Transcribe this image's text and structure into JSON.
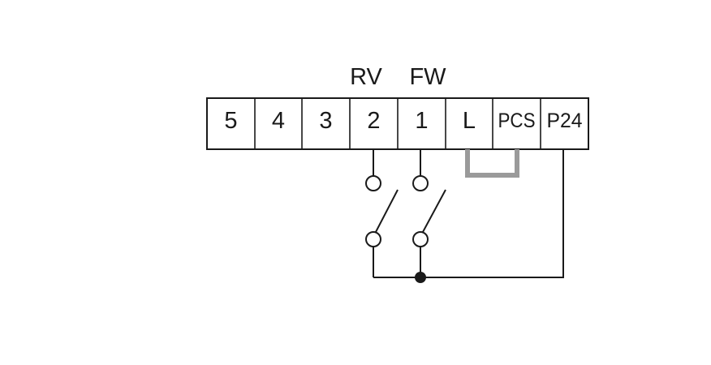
{
  "signal_labels": {
    "rv": "RV",
    "fw": "FW"
  },
  "terminals": [
    {
      "id": "5",
      "label": "5"
    },
    {
      "id": "4",
      "label": "4"
    },
    {
      "id": "3",
      "label": "3"
    },
    {
      "id": "2",
      "label": "2"
    },
    {
      "id": "1",
      "label": "1"
    },
    {
      "id": "L",
      "label": "L"
    },
    {
      "id": "PCS",
      "label": "PCS"
    },
    {
      "id": "P24",
      "label": "P24"
    }
  ],
  "colors": {
    "line": "#1a1a1a",
    "jumper": "#9a9a9a",
    "background": "#ffffff"
  }
}
